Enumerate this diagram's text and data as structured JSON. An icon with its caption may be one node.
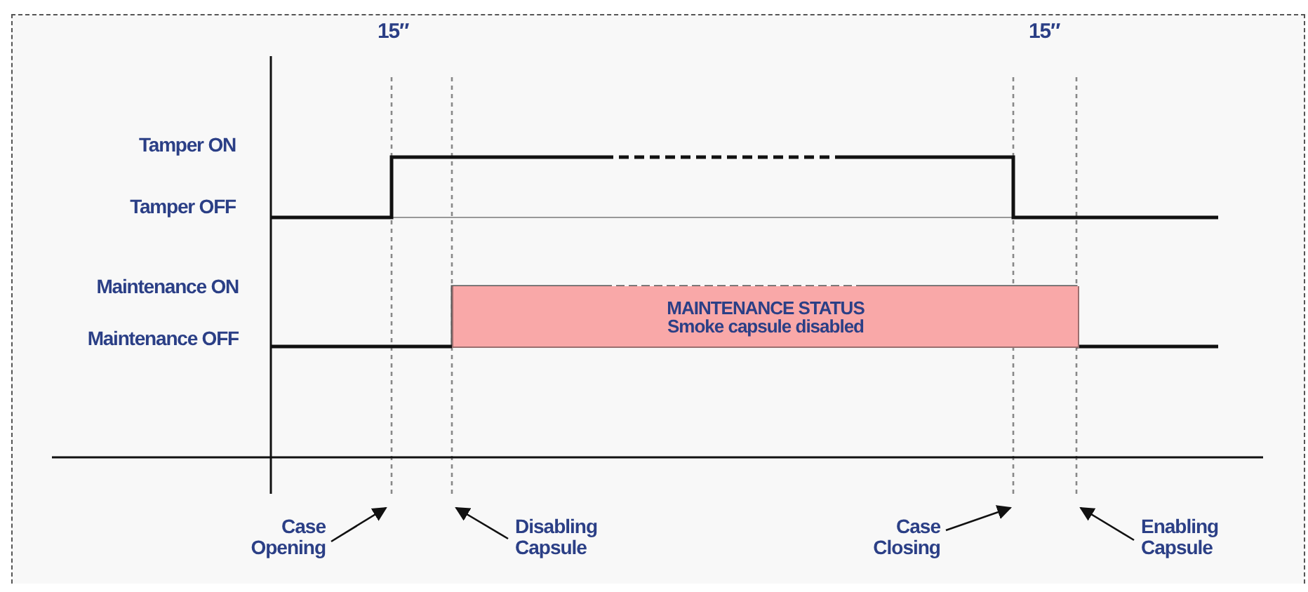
{
  "diagram": {
    "nodes": [
      {
        "text": [
          "MAINTENANCE STATUS",
          "Smoke capsule disabled"
        ]
      },
      {
        "text": [
          "Case Opening"
        ]
      },
      {
        "text": [
          "Disabling Capsule"
        ]
      },
      {
        "text": [
          "Case Closing"
        ]
      },
      {
        "text": [
          "Enabling Capsule"
        ]
      }
    ],
    "edges": [
      {
        "from": 1,
        "to": null,
        "arrow": "to"
      },
      {
        "from": 2,
        "to": null,
        "arrow": "to"
      },
      {
        "from": 3,
        "to": null,
        "arrow": "to"
      },
      {
        "from": 4,
        "to": null,
        "arrow": "to"
      }
    ],
    "labels": [
      "15″",
      "15″",
      "Tamper ON",
      "Tamper OFF",
      "Maintenance ON",
      "Maintenance OFF"
    ]
  }
}
